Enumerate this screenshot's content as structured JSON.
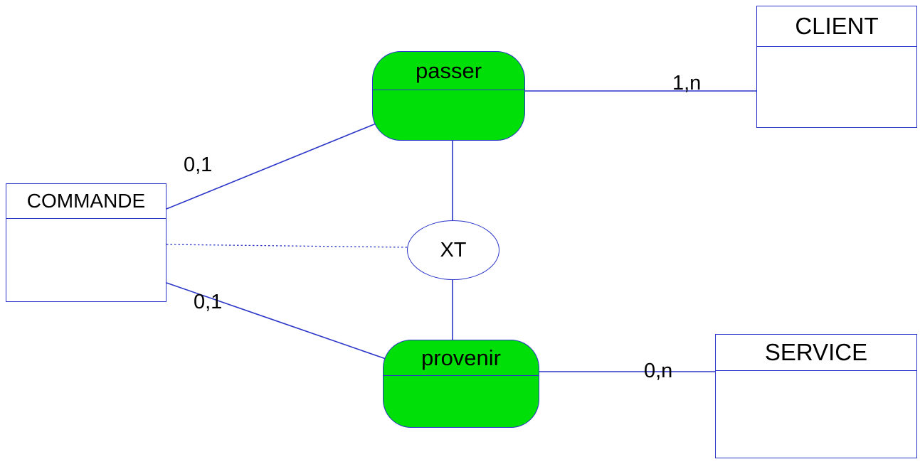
{
  "diagram": {
    "entities": {
      "client": {
        "name": "CLIENT"
      },
      "commande": {
        "name": "COMMANDE"
      },
      "service": {
        "name": "SERVICE"
      }
    },
    "relations": {
      "passer": {
        "name": "passer"
      },
      "provenir": {
        "name": "provenir"
      }
    },
    "constraint": {
      "label": "XT"
    },
    "cardinalities": {
      "commande_passer": "0,1",
      "passer_client": "1,n",
      "commande_provenir": "0,1",
      "provenir_service": "0,n"
    },
    "colors": {
      "line": "#2b35c8",
      "relation_fill": "#00e008",
      "text": "#000000"
    }
  }
}
